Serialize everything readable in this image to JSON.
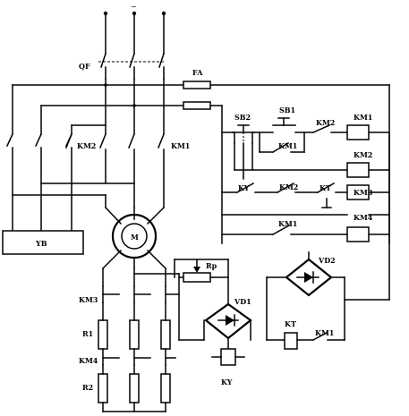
{
  "labels": {
    "supply": "~",
    "breaker": "QF",
    "fuse": "FA",
    "brake_unit": "YB",
    "motor": "M",
    "km2_power": "KM2",
    "km1_power": "KM1",
    "km3": "KM3",
    "km4": "KM4",
    "r1": "R1",
    "r2": "R2",
    "rp": "Rp",
    "vd1": "VD1",
    "vd2": "VD2",
    "ky_coil": "KY",
    "kt_coil": "KT",
    "sb2": "SB2",
    "sb1": "SB1",
    "km1_hold": "KM1",
    "km2_interlock": "KM2",
    "km1_coil": "KM1",
    "km2_coil": "KM2",
    "ky_contact": "KY",
    "km2_seal": "KM2",
    "kt_contact": "KT",
    "km3_coil": "KM3",
    "km1_rung4": "KM1",
    "km4_coil": "KM4",
    "km1_brake": "KM1"
  }
}
